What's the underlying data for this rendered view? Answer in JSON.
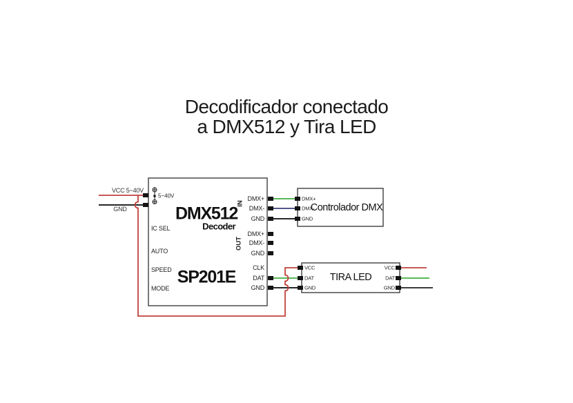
{
  "title": {
    "line1": "Decodificador conectado",
    "line2": "a DMX512 y Tira LED"
  },
  "power_input": {
    "vcc_label": "VCC 5~40V",
    "gnd_label": "GND"
  },
  "decoder": {
    "title": "DMX512",
    "subtitle": "Decoder",
    "model": "SP201E",
    "power_rating": "5~40V",
    "config_pins": [
      "IC SEL",
      "AUTO",
      "SPEED",
      "MODE"
    ],
    "dmx_in": {
      "label": "IN",
      "pins": [
        "DMX+",
        "DMX-",
        "GND"
      ]
    },
    "dmx_out": {
      "label": "OUT",
      "pins": [
        "DMX+",
        "DMX-",
        "GND"
      ]
    },
    "led_out_pins": [
      "CLK",
      "DAT",
      "GND"
    ]
  },
  "controller": {
    "name": "Controlador DMX",
    "pins": [
      "DMX+",
      "DMX-",
      "GND"
    ]
  },
  "led_strip": {
    "name": "TIRA LED",
    "input_pins": [
      "VCC",
      "DAT",
      "GND"
    ],
    "output_pins": [
      "VCC",
      "DAT",
      "GND"
    ]
  },
  "colors": {
    "wire_vcc": "#c0413d",
    "wire_gnd": "#262626",
    "wire_dmx_plus": "#57b857",
    "wire_dmx_minus": "#54548c",
    "box_border": "#4a4a4a",
    "text": "#1e1e1e"
  }
}
